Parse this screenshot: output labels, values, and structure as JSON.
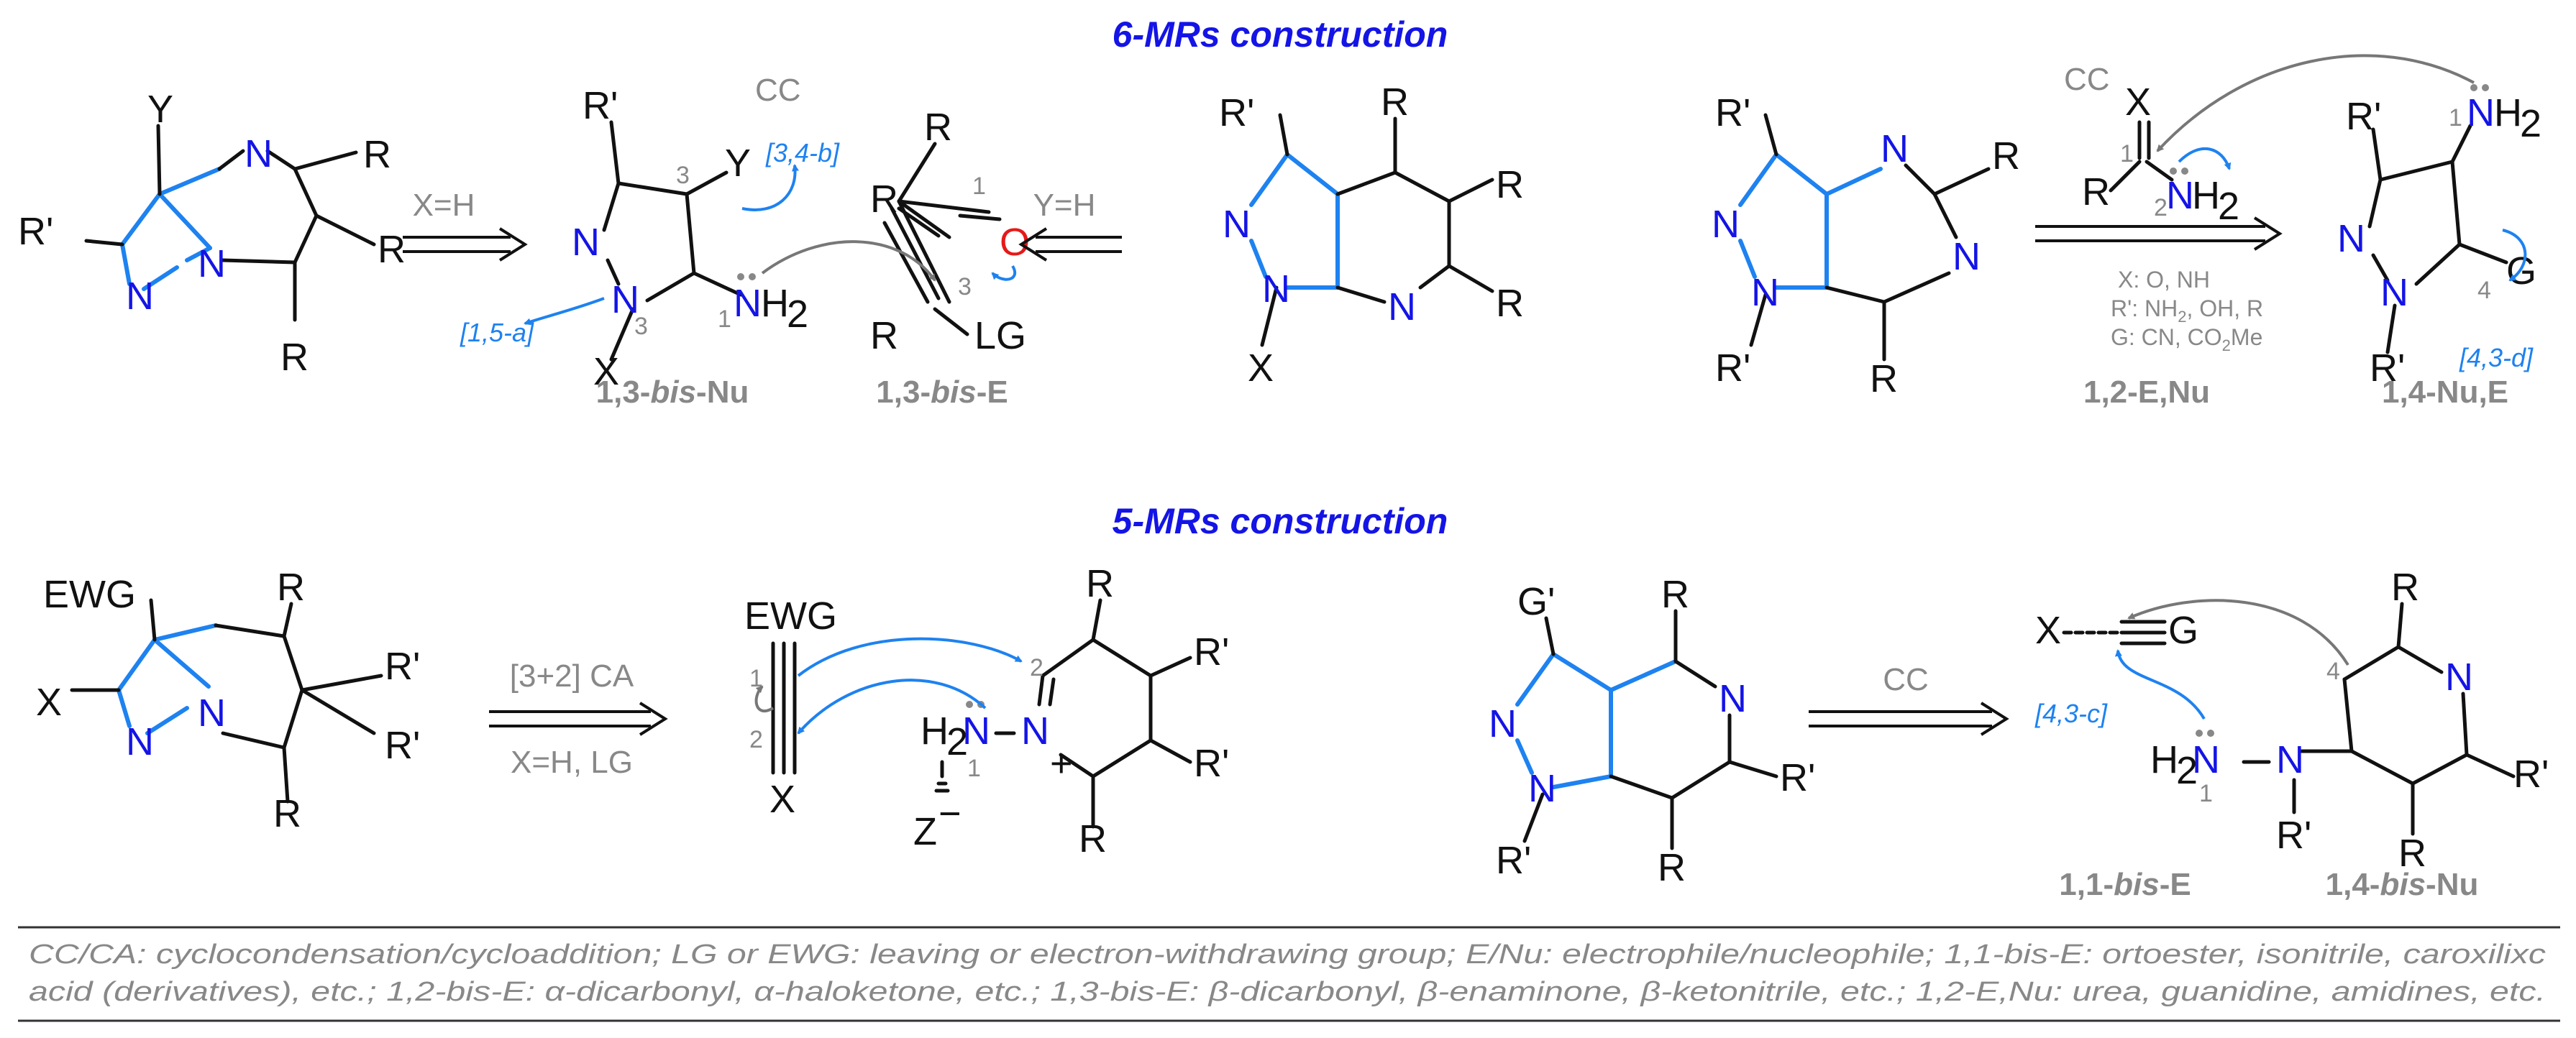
{
  "headers": {
    "six": "6-MRs construction",
    "five": "5-MRs construction"
  },
  "atoms": {
    "N": "N",
    "Y": "Y",
    "R": "R",
    "Rp": "R'",
    "X": "X",
    "O": "O",
    "LG": "LG",
    "G": "G",
    "Gp": "G'",
    "EWG": "EWG",
    "CC": "CC",
    "NH2": "NH",
    "sub2": "2",
    "H2": "H",
    "Zminus": "Z",
    "minus": "−",
    "plus": "+"
  },
  "numbers": {
    "n1": "1",
    "n2": "2",
    "n3": "3",
    "n4": "4"
  },
  "arrows": {
    "xh": "X=H",
    "yh": "Y=H",
    "ca": "[3+2] CA",
    "xhlg": "X=H, LG",
    "cc": "CC"
  },
  "conditions": {
    "c1": "X: O, NH",
    "c2": "R': NH",
    "c2b": ", OH, R",
    "c3": "G: CN, CO",
    "c3b": "Me"
  },
  "fusion_labels": {
    "a": "[1,5-a]",
    "b": "[3,4-b]",
    "d": "[4,3-d]",
    "c": "[4,3-c]"
  },
  "synthons": {
    "bisNu13_pre": "1,3-",
    "bisNu13_it": "bis",
    "bisNu13_post": "-Nu",
    "bisE13_pre": "1,3-",
    "bisE13_it": "bis",
    "bisE13_post": "-E",
    "eNu12": "1,2-E,Nu",
    "nuE14": "1,4-Nu,E",
    "bisE11_pre": "1,1-",
    "bisE11_it": "bis",
    "bisE11_post": "-E",
    "bisNu14_pre": "1,4-",
    "bisNu14_it": "bis",
    "bisNu14_post": "-Nu"
  },
  "footnote": {
    "line1": "CC/CA: cyclocondensation/cycloaddition; LG or EWG: leaving or electron-withdrawing group; E/Nu: electrophile/nucleophile; 1,1-bis-E: ortoester, isonitrile, caroxilixc",
    "line2": "acid (derivatives), etc.; 1,2-bis-E: α-dicarbonyl, α-haloketone, etc.; 1,3-bis-E: β-dicarbonyl, β-enaminone, β-ketonitrile, etc.; 1,2-E,Nu: urea, guanidine, amidines, etc."
  },
  "colors": {
    "header": "#1414e6",
    "heteroatom": "#1414e6",
    "fused_bond": "#1e82f0",
    "oxygen": "#e61919",
    "label_gray": "#888888"
  }
}
